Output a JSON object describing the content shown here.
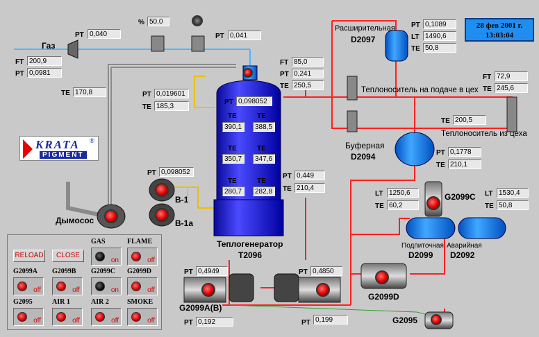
{
  "clock": {
    "date": "28 фев 2001 г.",
    "time": "13:03:04"
  },
  "gas": {
    "label": "Газ",
    "ft_tag": "FT",
    "ft": "200,9",
    "pt_tag": "PT",
    "pt": "0,0981",
    "pt_top_tag": "PT",
    "pt_top": "0,040"
  },
  "valve": {
    "pct_tag": "%",
    "pct": "50,0",
    "pt_tag": "PT",
    "pt": "0,041"
  },
  "left": {
    "te_tag": "TE",
    "te": "170,8",
    "pt1_tag": "PT",
    "pt1": "0,019601",
    "te2_tag": "TE",
    "te2": "185,3",
    "pt2_tag": "PT",
    "pt2": "0,098052"
  },
  "boiler_top": {
    "ft_tag": "FT",
    "ft": "85,0",
    "pt_tag": "PT",
    "pt": "0,241",
    "te_tag": "TE",
    "te": "250,5"
  },
  "boiler": {
    "pt_tag": "PT",
    "pt": "0,098052",
    "te_tag": "TE",
    "te": [
      "390,1",
      "388,5",
      "350,7",
      "347,6",
      "280,7",
      "282,8"
    ],
    "out_pt_tag": "PT",
    "out_pt": "0,449",
    "out_te_tag": "TE",
    "out_te": "210,4",
    "title": "Теплогенератор",
    "code": "T2096"
  },
  "fans": {
    "b1": "B-1",
    "b1a": "B-1a",
    "smoke": "Дымосос"
  },
  "exp_tank": {
    "title": "Расширительная",
    "code": "D2097",
    "pt_tag": "PT",
    "pt": "0,1089",
    "lt_tag": "LT",
    "lt": "1490,6",
    "te_tag": "TE",
    "te": "50,8"
  },
  "supply": {
    "label": "Теплоноситель на подаче в цех",
    "ft_tag": "FT",
    "ft": "72,9",
    "te_tag": "TE",
    "te": "245,6"
  },
  "return": {
    "label": "Теплоноситель из цеха",
    "te_tag": "TE",
    "te": "200,5"
  },
  "buffer": {
    "title": "Буферная",
    "code": "D2094",
    "pt_tag": "PT",
    "pt": "0,1778",
    "te_tag": "TE",
    "te": "210,1"
  },
  "feed": {
    "lt_tag": "LT",
    "lt": "1250,6",
    "te_tag": "TE",
    "te": "60,2",
    "pump": "G2099C",
    "lt2_tag": "LT",
    "lt2": "1530,4",
    "te2_tag": "TE",
    "te2": "50,8",
    "tank1_title": "Подпиточная",
    "tank1_code": "D2099",
    "tank2_title": "Аварийная",
    "tank2_code": "D2092"
  },
  "pumps_main": {
    "pt1_tag": "PT",
    "pt1": "0,4949",
    "pt2_tag": "PT",
    "pt2": "0,4850",
    "label": "G2099A(B)",
    "pt_in_tag": "PT",
    "pt_in": "0,192",
    "pt_out_tag": "PT",
    "pt_out": "0,199"
  },
  "pumps_aux": {
    "g2099d": "G2099D",
    "g2095": "G2095"
  },
  "logo": {
    "brand": "KRATA",
    "sub": "PIGMENT",
    "reg": "®"
  },
  "panel": {
    "reload": "RELOAD",
    "close": "CLOSE",
    "switches": [
      {
        "label": "GAS",
        "state": "on",
        "led": "black"
      },
      {
        "label": "FLAME",
        "state": "off",
        "led": "red"
      },
      {
        "label": "G2099A",
        "state": "off",
        "led": "red"
      },
      {
        "label": "G2099B",
        "state": "off",
        "led": "red"
      },
      {
        "label": "G2099C",
        "state": "on",
        "led": "black"
      },
      {
        "label": "G2099D",
        "state": "off",
        "led": "red"
      },
      {
        "label": "G2095",
        "state": "off",
        "led": "red"
      },
      {
        "label": "AIR 1",
        "state": "off",
        "led": "red"
      },
      {
        "label": "AIR 2",
        "state": "off",
        "led": "red"
      },
      {
        "label": "SMOKE",
        "state": "off",
        "led": "red"
      }
    ]
  },
  "colors": {
    "pipe_red": "#ff2020",
    "pipe_blue": "#4fb6ff",
    "pipe_gray": "#9a9a9a",
    "boiler_blue": "#2222ee",
    "tank_blue": "#2288ff"
  }
}
